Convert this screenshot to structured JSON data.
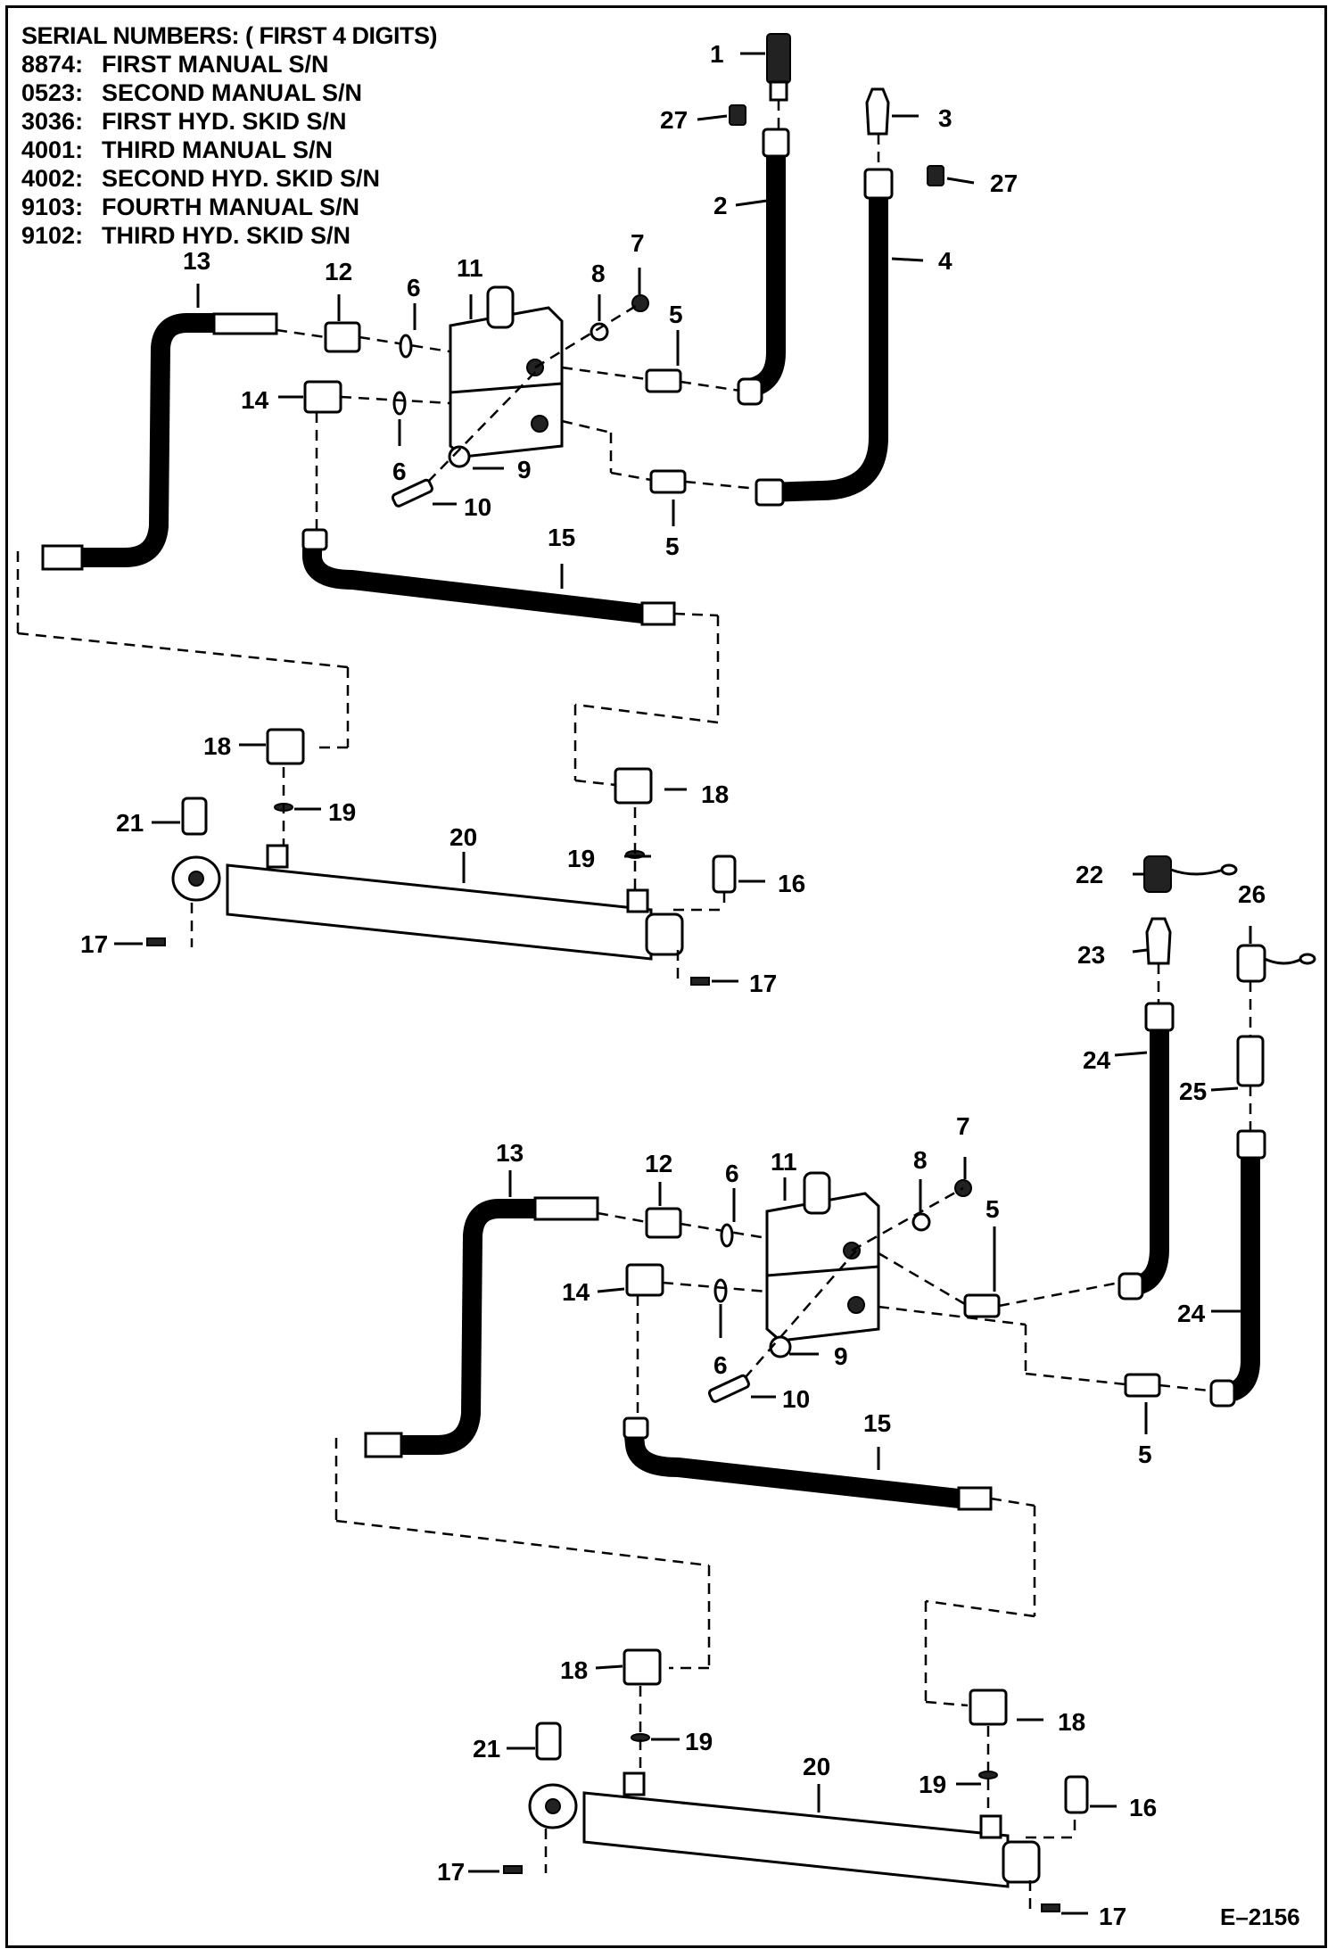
{
  "legend": {
    "title": "SERIAL NUMBERS: ( FIRST 4 DIGITS)",
    "rows": [
      {
        "code": "8874:",
        "desc": "FIRST MANUAL S/N"
      },
      {
        "code": "0523:",
        "desc": "SECOND MANUAL S/N"
      },
      {
        "code": "3036:",
        "desc": "FIRST HYD. SKID S/N"
      },
      {
        "code": "4001:",
        "desc": "THIRD MANUAL S/N"
      },
      {
        "code": "4002:",
        "desc": "SECOND HYD. SKID S/N"
      },
      {
        "code": "9103:",
        "desc": "FOURTH MANUAL S/N"
      },
      {
        "code": "9102:",
        "desc": "THIRD HYD. SKID S/N"
      }
    ]
  },
  "labels": {
    "p1": "1",
    "p2": "2",
    "p3": "3",
    "p4": "4",
    "p5": "5",
    "p6": "6",
    "p7": "7",
    "p8": "8",
    "p9": "9",
    "p10": "10",
    "p11": "11",
    "p12": "12",
    "p13": "13",
    "p14": "14",
    "p15": "15",
    "p16": "16",
    "p17": "17",
    "p18": "18",
    "p19": "19",
    "p20": "20",
    "p21": "21",
    "p22": "22",
    "p23": "23",
    "p24": "24",
    "p25": "25",
    "p26": "26",
    "p27": "27"
  },
  "figure_ref": "E–2156"
}
